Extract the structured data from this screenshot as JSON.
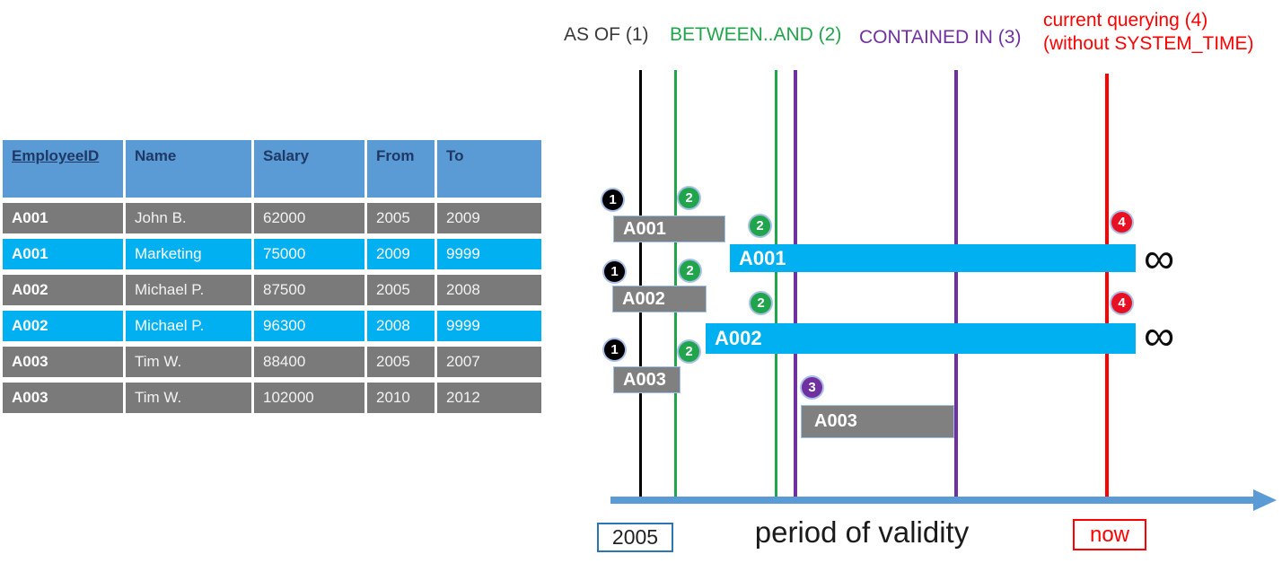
{
  "legend": {
    "as_of": "AS OF (1)",
    "between_and": "BETWEEN..AND (2)",
    "contained_in": "CONTAINED IN (3)",
    "current_querying_line1": "current querying (4)",
    "current_querying_line2": "(without SYSTEM_TIME)"
  },
  "table": {
    "headers": [
      "EmployeeID",
      "Name",
      "Salary",
      "From",
      "To"
    ],
    "rows": [
      {
        "cells": [
          "A001",
          "John B.",
          "62000",
          "2005",
          "2009"
        ]
      },
      {
        "cells": [
          "A001",
          "Marketing",
          "75000",
          "2009",
          "9999"
        ]
      },
      {
        "cells": [
          "A002",
          "Michael P.",
          "87500",
          "2005",
          "2008"
        ]
      },
      {
        "cells": [
          "A002",
          "Michael P.",
          "96300",
          "2008",
          "9999"
        ]
      },
      {
        "cells": [
          "A003",
          "Tim W.",
          "88400",
          "2005",
          "2007"
        ]
      },
      {
        "cells": [
          "A003",
          "Tim W.",
          "102000",
          "2010",
          "2012"
        ]
      }
    ]
  },
  "timeline": {
    "bars": {
      "a001_past": "A001",
      "a001_current": "A001",
      "a002_past": "A002",
      "a002_current": "A002",
      "a003_past": "A003",
      "a003_middle": "A003"
    },
    "badges": {
      "one": "1",
      "two": "2",
      "three": "3",
      "four": "4"
    },
    "infinity_symbol": "∞",
    "axis": {
      "start_label": "2005",
      "title": "period of validity",
      "now_label": "now"
    }
  },
  "colors": {
    "header_blue": "#5B9BD5",
    "row_gray": "#7A7A7A",
    "bar_gray": "#808080",
    "cyan": "#00B0F0",
    "green": "#21A54C",
    "purple": "#7030A0",
    "red": "#FF0000",
    "black": "#000000",
    "axis_blue": "#5B9BD5",
    "header_text_navy": "#1F3864"
  }
}
